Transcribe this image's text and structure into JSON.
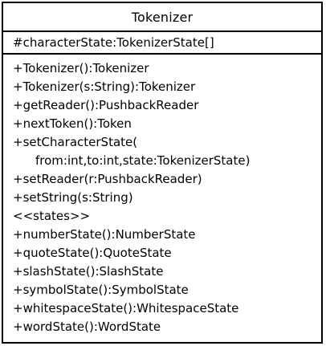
{
  "class_box": {
    "name": "Tokenizer",
    "attributes": [
      "#characterState:TokenizerState[]"
    ],
    "operations": [
      "+Tokenizer():Tokenizer",
      "+Tokenizer(s:String):Tokenizer",
      "+getReader():PushbackReader",
      "+nextToken():Token",
      "+setCharacterState(",
      "from:int,to:int,state:TokenizerState)",
      "+setReader(r:PushbackReader)",
      "+setString(s:String)",
      "<<states>>",
      "+numberState():NumberState",
      "+quoteState():QuoteState",
      "+slashState():SlashState",
      "+symbolState():SymbolState",
      "+whitespaceState():WhitespaceState",
      "+wordState():WordState"
    ]
  }
}
